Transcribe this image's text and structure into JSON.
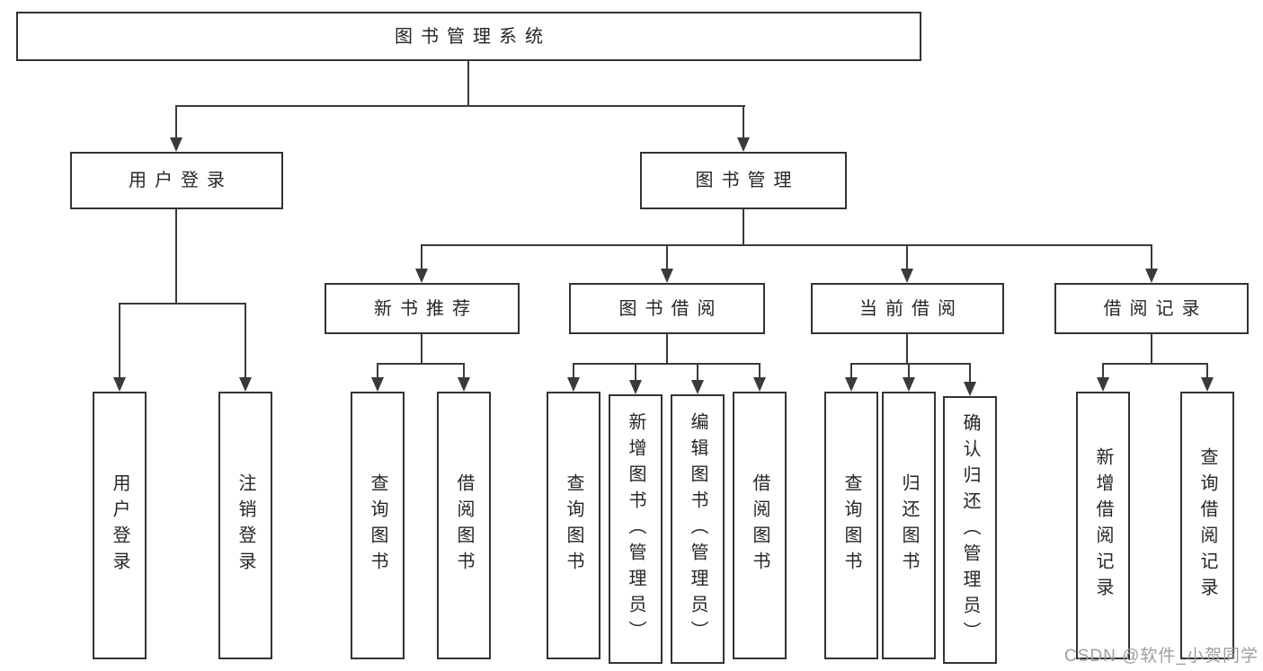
{
  "diagram": {
    "type": "hierarchy-tree",
    "tree": {
      "root": {
        "label": "图书管理系统"
      },
      "children": [
        {
          "label": "用户登录",
          "children": [
            {
              "label": "用户登录"
            },
            {
              "label": "注销登录"
            }
          ]
        },
        {
          "label": "图书管理",
          "children": [
            {
              "label": "新书推荐",
              "children": [
                {
                  "label": "查询图书"
                },
                {
                  "label": "借阅图书"
                }
              ]
            },
            {
              "label": "图书借阅",
              "children": [
                {
                  "label": "查询图书"
                },
                {
                  "label": "新增图书（管理员）"
                },
                {
                  "label": "编辑图书（管理员）"
                },
                {
                  "label": "借阅图书"
                }
              ]
            },
            {
              "label": "当前借阅",
              "children": [
                {
                  "label": "查询图书"
                },
                {
                  "label": "归还图书"
                },
                {
                  "label": "确认归还（管理员）"
                }
              ]
            },
            {
              "label": "借阅记录",
              "children": [
                {
                  "label": "新增借阅记录"
                },
                {
                  "label": "查询借阅记录"
                }
              ]
            }
          ]
        }
      ]
    },
    "colors": {
      "line": "#3a3a3a",
      "box_border": "#333333",
      "text": "#262626",
      "background": "#ffffff",
      "watermark_text": "#9e9e9e"
    }
  },
  "watermark": {
    "text": "CSDN @软件_小贺同学"
  }
}
